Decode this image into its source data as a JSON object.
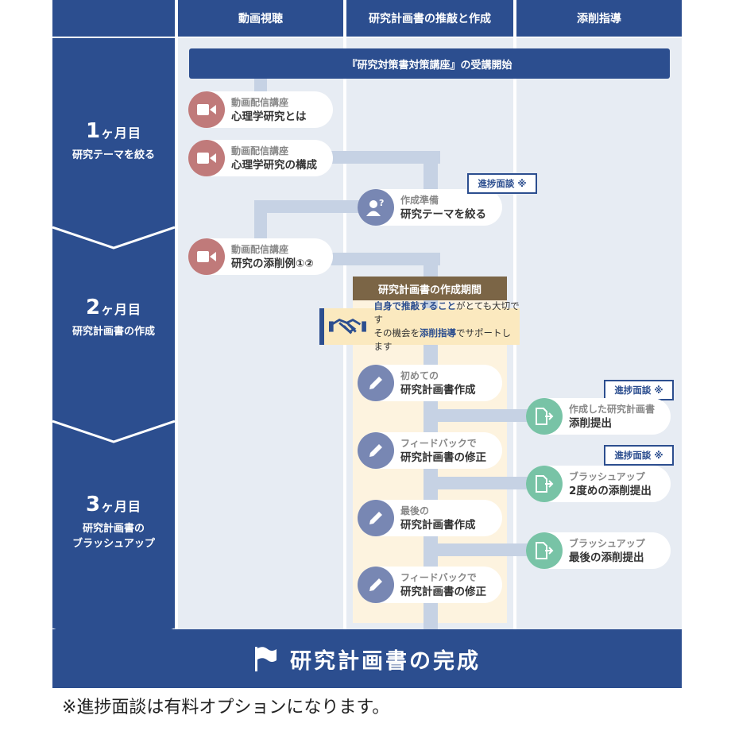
{
  "header": {
    "col1": "動画視聴",
    "col2": "研究計画書の推敲と作成",
    "col3": "添削指導"
  },
  "banner": "『研究対策書対策講座』の受講開始",
  "stages": [
    {
      "num": "1",
      "unit": "ヶ月目",
      "sub": "研究テーマを絞る"
    },
    {
      "num": "2",
      "unit": "ヶ月目",
      "sub": "研究計画書の作成"
    },
    {
      "num": "3",
      "unit": "ヶ月目",
      "sub1": "研究計画書の",
      "sub2": "ブラッシュアップ"
    }
  ],
  "steps": {
    "v1": {
      "l1": "動画配信講座",
      "l2": "心理学研究とは"
    },
    "v2": {
      "l1": "動画配信講座",
      "l2": "心理学研究の構成"
    },
    "p1": {
      "l1": "作成準備",
      "l2": "研究テーマを絞る"
    },
    "v3": {
      "l1": "動画配信講座",
      "l2": "研究の添削例①②"
    },
    "w1": {
      "l1": "初めての",
      "l2": "研究計画書作成"
    },
    "w2": {
      "l1": "フィードバックで",
      "l2": "研究計画書の修正"
    },
    "w3": {
      "l1": "最後の",
      "l2": "研究計画書作成"
    },
    "w4": {
      "l1": "フィードバックで",
      "l2": "研究計画書の修正"
    },
    "s1": {
      "l1": "作成した研究計画書",
      "l2": "添削提出"
    },
    "s2": {
      "l1": "ブラッシュアップ",
      "l2": "2度めの添削提出"
    },
    "s3": {
      "l1": "ブラッシュアップ",
      "l2": "最後の添削提出"
    }
  },
  "badge_label": "進捗面談 ※",
  "period_label": "研究計画書の作成期間",
  "note": {
    "a1": "自身で推敲すること",
    "a2": "がとても大切です",
    "b1": "その機会を",
    "b2": "添削指導",
    "b3": "でサポートします"
  },
  "footer": "研究計画書の完成",
  "footnote": "※進捗面談は有料オプションになります。",
  "colors": {
    "navy": "#2c4e8f",
    "video_icon": "#c07a7a",
    "work_icon": "#7887b3",
    "submit_icon": "#78c3a6"
  }
}
